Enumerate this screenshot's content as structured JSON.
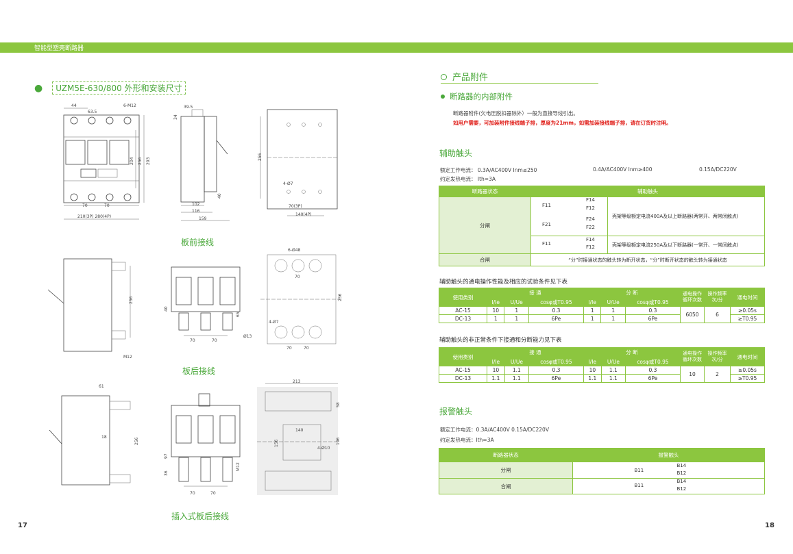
{
  "header": {
    "band_title": "智能型塑壳断路器"
  },
  "left": {
    "section_title": "UZM5E-630/800 外形和安装尺寸",
    "captions": {
      "front": "板前接线",
      "rear": "板后接线",
      "plugin": "插入式板后接线"
    },
    "dims_front": {
      "d44": "44",
      "m12": "6-M12",
      "d635": "63.5",
      "d70a": "70",
      "d70b": "70",
      "d210": "210(3P)  280(4P)",
      "d204": "204",
      "d256": "256",
      "d293": "293",
      "d395": "39.5",
      "d34": "34",
      "d40": "40",
      "d102": "102",
      "d116": "116",
      "d159": "159",
      "d256b": "256",
      "d4o7": "4-Ø7",
      "d703p": "70(3P)",
      "d1404p": "140(4P)"
    },
    "dims_rear": {
      "d256": "256",
      "m12": "M12",
      "d40": "40",
      "d65": "65",
      "d70a": "70",
      "d70b": "70",
      "o13": "Ø13",
      "d6o48": "6-Ø48",
      "d256b": "256",
      "d4o7": "4-Ø7",
      "d70c": "70",
      "d70d": "70",
      "d70e": "70"
    },
    "dims_plugin": {
      "d61": "61",
      "d18": "18",
      "d256": "256",
      "d97": "97",
      "d36": "36",
      "m12": "M12",
      "d70a": "70",
      "d70b": "70",
      "d213": "213",
      "d58": "58",
      "d140": "140",
      "d156": "156",
      "d196": "196",
      "d4o10": "4-Ø10"
    },
    "page_number": "17"
  },
  "right": {
    "heading": "产品附件",
    "subheading": "断路器的内部附件",
    "note1": "断路器附件(欠电压脱扣器除外）一般为直接导线引出。",
    "note2": "如用户需要，可加装附件接线端子排，厚度为21mm，如需加装接线端子排，请在订货时注明。",
    "aux": {
      "title": "辅助触头",
      "rated1": "额定工作电流：   0.3A/AC400V    Inm≤250",
      "rated2": "0.4A/AC400V    Inm≥400",
      "rated3": "0.15A/DC220V",
      "thermal": "约定发热电流：    Ith=3A",
      "table": {
        "col1": "断路器状态",
        "col2": "辅助触头",
        "open": "分闸",
        "closed": "合闸",
        "f11": "F11",
        "f12": "F12",
        "f14": "F14",
        "f21": "F21",
        "f22": "F22",
        "f24": "F24",
        "desc1": "壳架等级额定电流400A及以上断路器(两常开、两常闭触点)",
        "desc2": "壳架等级额定电流250A及以下断路器(一常开、一常闭触点)",
        "closed_desc": "“分”时接通状态的触头转为断开状态，“分”时断开状态的触头转为接通状态"
      },
      "perf_title1": "辅助触头的通电操作性能及相应的试验条件见下表",
      "perf_title2": "辅助触头的非正常条件下接通和分断能力见下表",
      "perf_headers": {
        "use": "使用类别",
        "make": "接  通",
        "break": "分  断",
        "ops": "通电操作循环次数",
        "freq": "操作频率次/分",
        "time": "通电时间",
        "ie": "I/Ie",
        "ue": "U/Ue",
        "cos": "cosφ或T0.95"
      },
      "perf1": {
        "rows": [
          [
            "AC-15",
            "10",
            "1",
            "0.3",
            "1",
            "1",
            "0.3",
            "≥0.05s"
          ],
          [
            "DC-13",
            "1",
            "1",
            "6Pe",
            "1",
            "1",
            "6Pe",
            "≥T0.95"
          ]
        ],
        "ops": "6050",
        "freq": "6"
      },
      "perf2": {
        "rows": [
          [
            "AC-15",
            "10",
            "1.1",
            "0.3",
            "10",
            "1.1",
            "0.3",
            "≥0.05s"
          ],
          [
            "DC-13",
            "1.1",
            "1.1",
            "6Pe",
            "1.1",
            "1.1",
            "6Pe",
            "≥T0.95"
          ]
        ],
        "ops": "10",
        "freq": "2"
      }
    },
    "alarm": {
      "title": "报警触头",
      "rated": "额定工作电流：0.3A/AC400V   0.15A/DC220V",
      "thermal": "约定发热电流：Ith=3A",
      "col1": "断路器状态",
      "col2": "报警触头",
      "open": "分闸",
      "closed": "合闸",
      "b11": "B11",
      "b12": "B12",
      "b14": "B14"
    },
    "page_number": "18"
  }
}
